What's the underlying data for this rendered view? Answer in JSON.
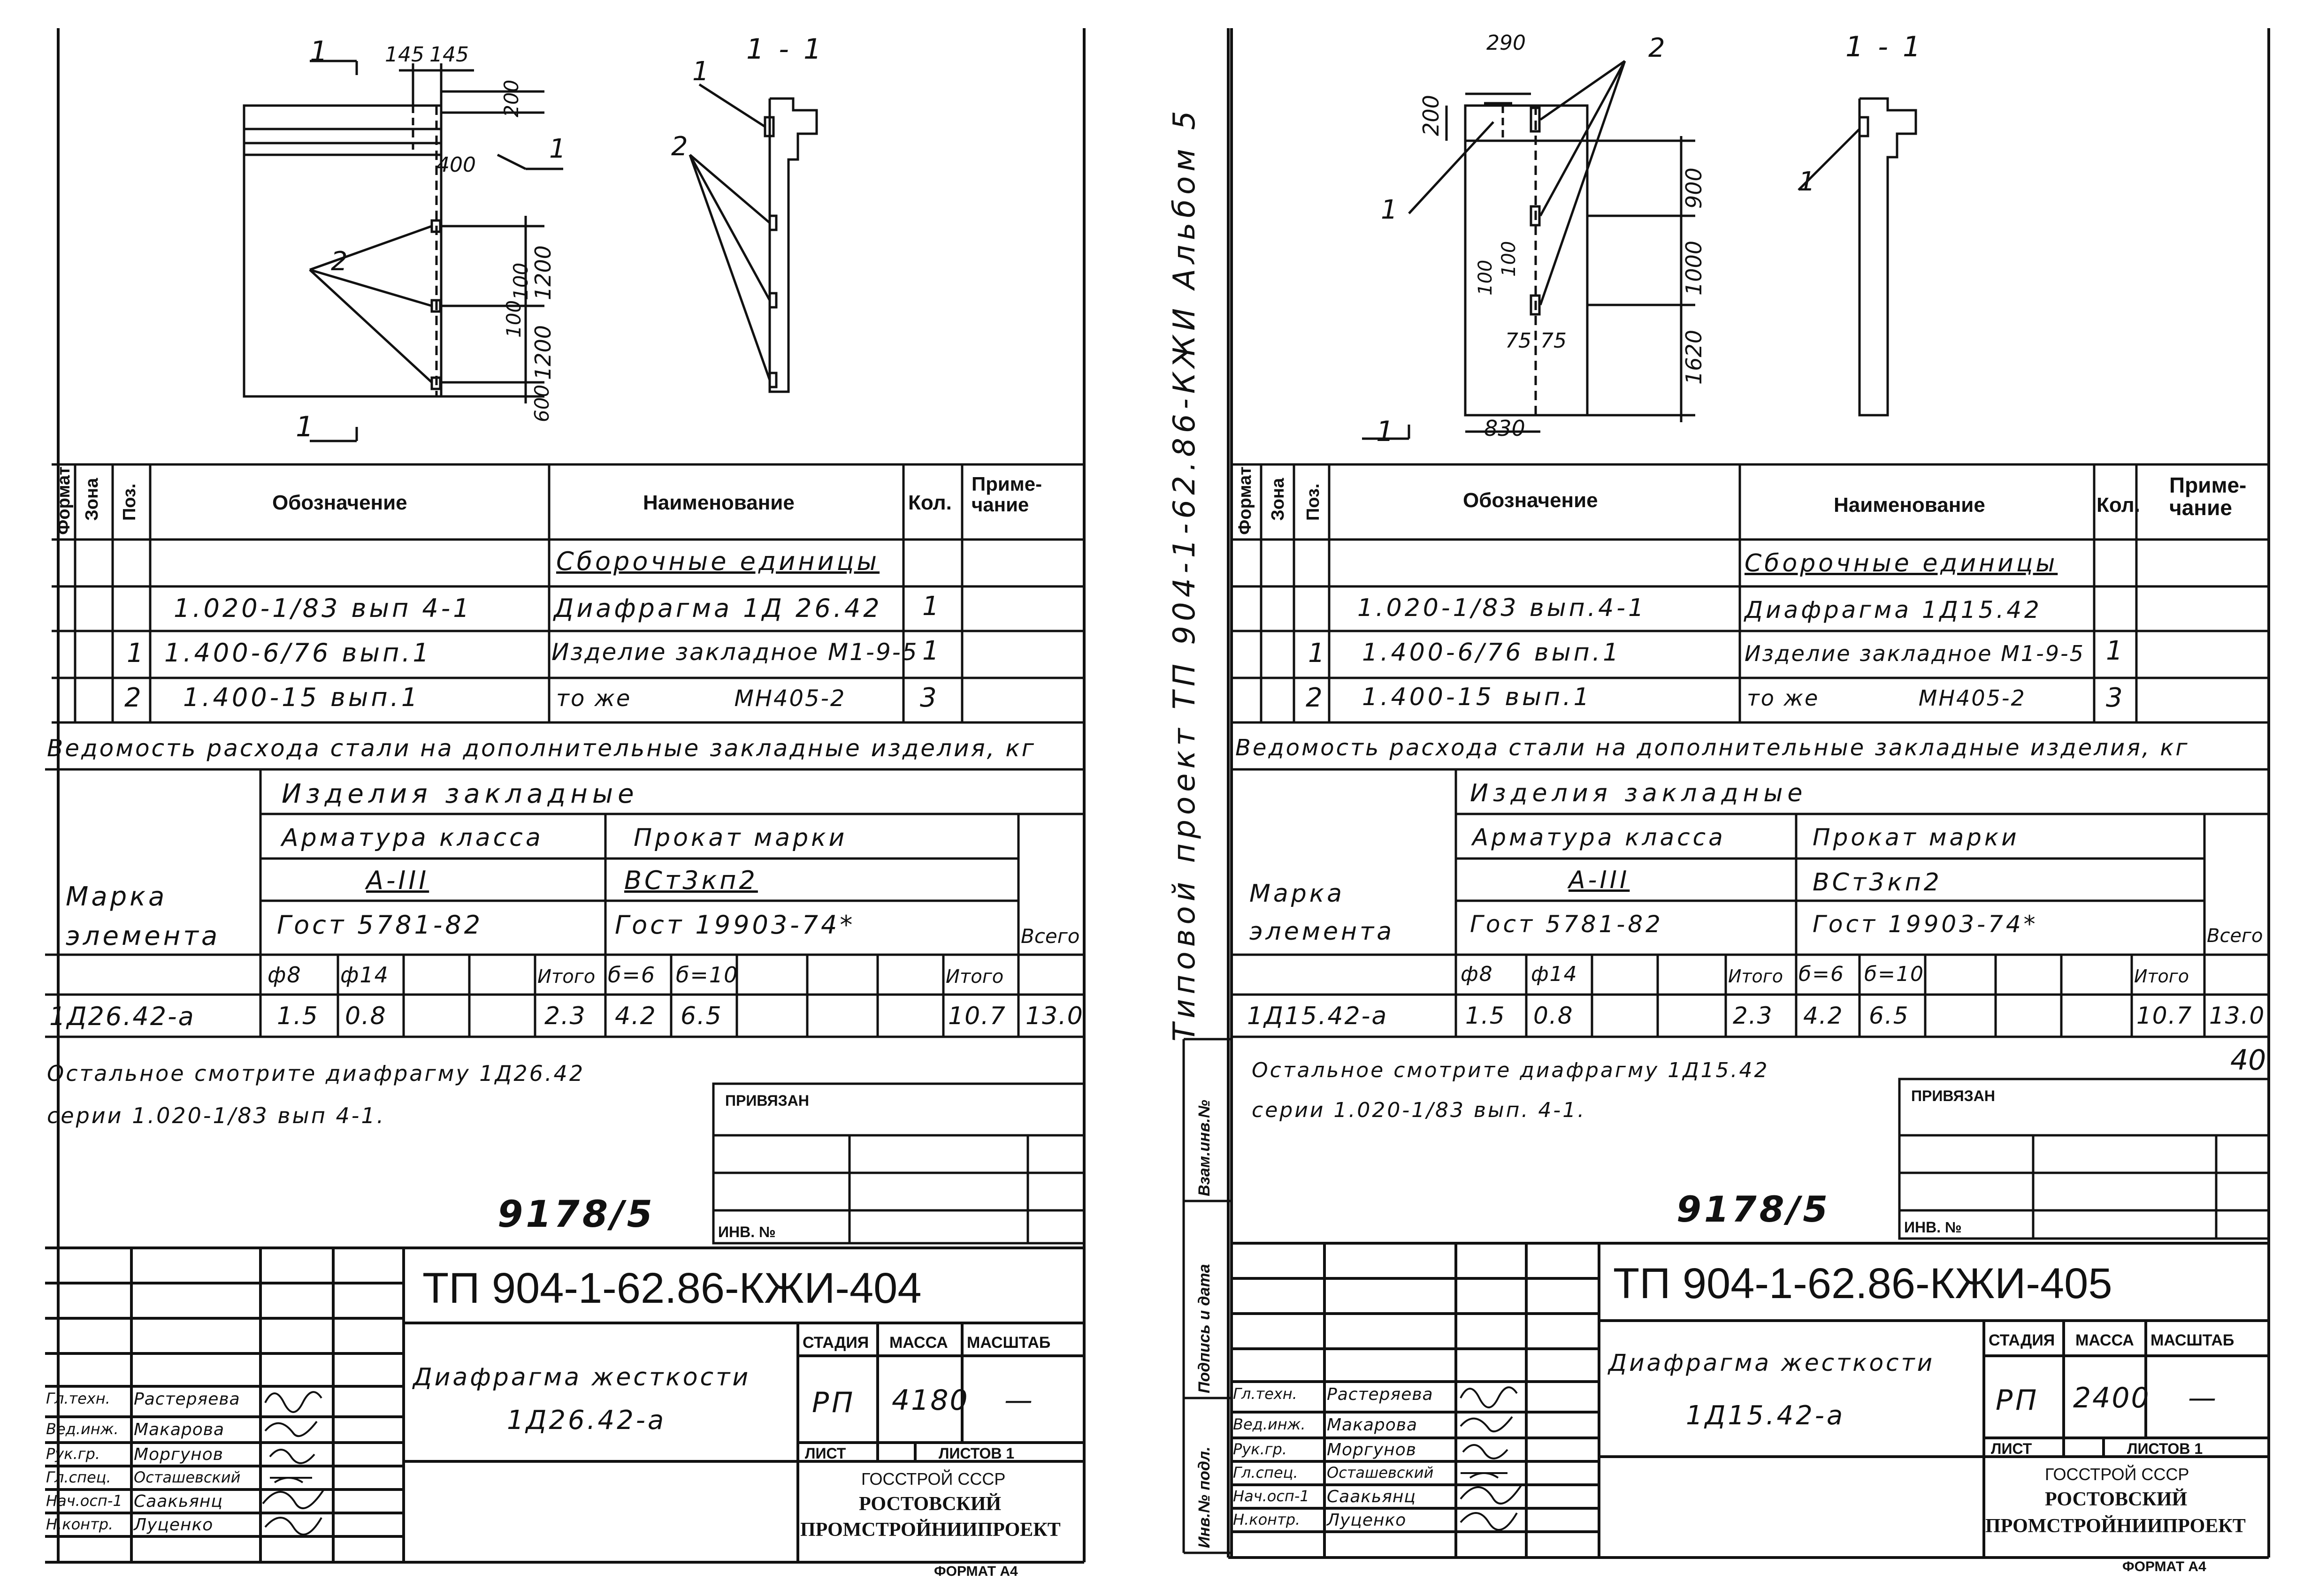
{
  "left": {
    "drawing": {
      "section_mark": "1",
      "section_title": "1 - 1",
      "dim_145a": "145",
      "dim_145b": "145",
      "dim_200_top": "200",
      "dim_400": "400",
      "dim_100": "100",
      "dim_1200": "1200",
      "dim_100b": "100",
      "dim_1200b": "1200",
      "dim_600": "600",
      "pos1": "1",
      "pos2": "2"
    },
    "spec_header": {
      "format": "Формат",
      "zone": "Зона",
      "pos": "Поз.",
      "designation": "Обозначение",
      "name": "Наименование",
      "qty": "Кол.",
      "note": "Приме-\nчание"
    },
    "spec_rows": [
      {
        "pos": "",
        "designation": "",
        "name": "Сборочные единицы",
        "qty": ""
      },
      {
        "pos": "",
        "designation": "1.020-1/83 вып 4-1",
        "name": "Диафрагма 1Д 26.42",
        "qty": "1"
      },
      {
        "pos": "1",
        "designation": "1.400-6/76 вып.1",
        "name": "Изделие закладное М1-9-5",
        "qty": "1"
      },
      {
        "pos": "2",
        "designation": "1.400-15 вып.1",
        "name": "то же            МН405-2",
        "qty": "3"
      }
    ],
    "steel_title": "Ведомость расхода стали на дополнительные закладные изделия, кг",
    "steel": {
      "mark_label": "Марка элемента",
      "group": "Изделия закладные",
      "rebar": "Арматура класса",
      "rebar_class": "А-III",
      "rebar_gost": "Гост 5781-82",
      "rolled": "Прокат марки",
      "rolled_grade": "ВСт3кп2",
      "rolled_gost": "Гост 19903-74*",
      "total": "Всего",
      "cols": [
        "ф8",
        "ф14",
        "",
        "",
        "Итого",
        "б=6",
        "б=10",
        "",
        "",
        "",
        "Итого"
      ],
      "row": {
        "mark": "1Д26.42-а",
        "values": [
          "1.5",
          "0.8",
          "",
          "",
          "2.3",
          "4.2",
          "6.5",
          "",
          "",
          "",
          "10.7"
        ],
        "total": "13.0"
      }
    },
    "note1": "Остальное смотрите диафрагму 1Д26.42",
    "note2": "серии 1.020-1/83 вып 4-1.",
    "privyazan": "ПРИВЯЗАН",
    "inv_no": "ИНВ. №",
    "archive_no": "9178/5",
    "title_block": {
      "code": "ТП 904-1-62.86-КЖИ-404",
      "name1": "Диафрагма жесткости",
      "name2": "1Д26.42-а",
      "stage_label": "СТАДИЯ",
      "mass_label": "МАССА",
      "scale_label": "МАСШТАБ",
      "stage": "РП",
      "mass": "4180",
      "scale": "—",
      "sheet_label": "ЛИСТ",
      "sheets_label": "ЛИСТОВ 1",
      "org1": "ГОССТРОЙ СССР",
      "org2": "РОСТОВСКИЙ",
      "org3": "ПРОМСТРОЙНИИПРОЕКТ",
      "format": "ФОРМАТ А4",
      "signers": [
        {
          "role": "Гл.техн.",
          "name": "Растеряева"
        },
        {
          "role": "Вед.инж.",
          "name": "Макарова"
        },
        {
          "role": "Рук.гр.",
          "name": "Моргунов"
        },
        {
          "role": "Гл.спец.",
          "name": "Осташевский"
        },
        {
          "role": "Нач.осп-1",
          "name": "Саакьянц"
        },
        {
          "role": "Н.контр.",
          "name": "Луценко"
        }
      ]
    }
  },
  "right": {
    "drawing": {
      "section_mark": "1",
      "section_title": "1 - 1",
      "dim_290": "290",
      "dim_200": "200",
      "dim_900": "900",
      "dim_1000": "1000",
      "dim_100a": "100",
      "dim_100b": "100",
      "dim_75a": "75",
      "dim_75b": "75",
      "dim_1620": "1620",
      "dim_830": "830",
      "pos1": "1",
      "pos2": "2"
    },
    "side_text": "Типовой проект ТП 904-1-62.86-КЖИ Альбом 5",
    "stamp_labels": [
      "Инв.№ подл.",
      "Подпись и дата",
      "Взам.инв.№"
    ],
    "spec_header": {
      "format": "Формат",
      "zone": "Зона",
      "pos": "Поз.",
      "designation": "Обозначение",
      "name": "Наименование",
      "qty": "Кол.",
      "note": "Приме-\nчание"
    },
    "spec_rows": [
      {
        "pos": "",
        "designation": "",
        "name": "Сборочные единицы",
        "qty": ""
      },
      {
        "pos": "",
        "designation": "1.020-1/83 вып.4-1",
        "name": "Диафрагма 1Д15.42",
        "qty": ""
      },
      {
        "pos": "1",
        "designation": "1.400-6/76 вып.1",
        "name": "Изделие закладное М1-9-5",
        "qty": "1"
      },
      {
        "pos": "2",
        "designation": "1.400-15 вып.1",
        "name": "то же            МН405-2",
        "qty": "3"
      }
    ],
    "steel_title": "Ведомость расхода стали на дополнительные закладные изделия, кг",
    "steel": {
      "mark_label": "Марка элемента",
      "group": "Изделия закладные",
      "rebar": "Арматура класса",
      "rebar_class": "А-III",
      "rebar_gost": "Гост 5781-82",
      "rolled": "Прокат марки",
      "rolled_grade": "ВСт3кп2",
      "rolled_gost": "Гост 19903-74*",
      "total": "Всего",
      "cols": [
        "ф8",
        "ф14",
        "",
        "",
        "Итого",
        "б=6",
        "б=10",
        "",
        "",
        "",
        "Итого"
      ],
      "row": {
        "mark": "1Д15.42-а",
        "values": [
          "1.5",
          "0.8",
          "",
          "",
          "2.3",
          "4.2",
          "6.5",
          "",
          "",
          "",
          "10.7"
        ],
        "total": "13.0"
      }
    },
    "note1": "Остальное смотрите диафрагму 1Д15.42",
    "note2": "серии 1.020-1/83 вып. 4-1.",
    "page_no": "40",
    "privyazan": "ПРИВЯЗАН",
    "inv_no": "ИНВ. №",
    "archive_no": "9178/5",
    "title_block": {
      "code": "ТП 904-1-62.86-КЖИ-405",
      "name1": "Диафрагма жесткости",
      "name2": "1Д15.42-а",
      "stage_label": "СТАДИЯ",
      "mass_label": "МАССА",
      "scale_label": "МАСШТАБ",
      "stage": "РП",
      "mass": "2400",
      "scale": "—",
      "sheet_label": "ЛИСТ",
      "sheets_label": "ЛИСТОВ 1",
      "org1": "ГОССТРОЙ СССР",
      "org2": "РОСТОВСКИЙ",
      "org3": "ПРОМСТРОЙНИИПРОЕКТ",
      "format": "ФОРМАТ А4",
      "signers": [
        {
          "role": "Гл.техн.",
          "name": "Растеряева"
        },
        {
          "role": "Вед.инж.",
          "name": "Макарова"
        },
        {
          "role": "Рук.гр.",
          "name": "Моргунов"
        },
        {
          "role": "Гл.спец.",
          "name": "Осташевский"
        },
        {
          "role": "Нач.осп-1",
          "name": "Саакьянц"
        },
        {
          "role": "Н.контр.",
          "name": "Луценко"
        }
      ]
    }
  }
}
